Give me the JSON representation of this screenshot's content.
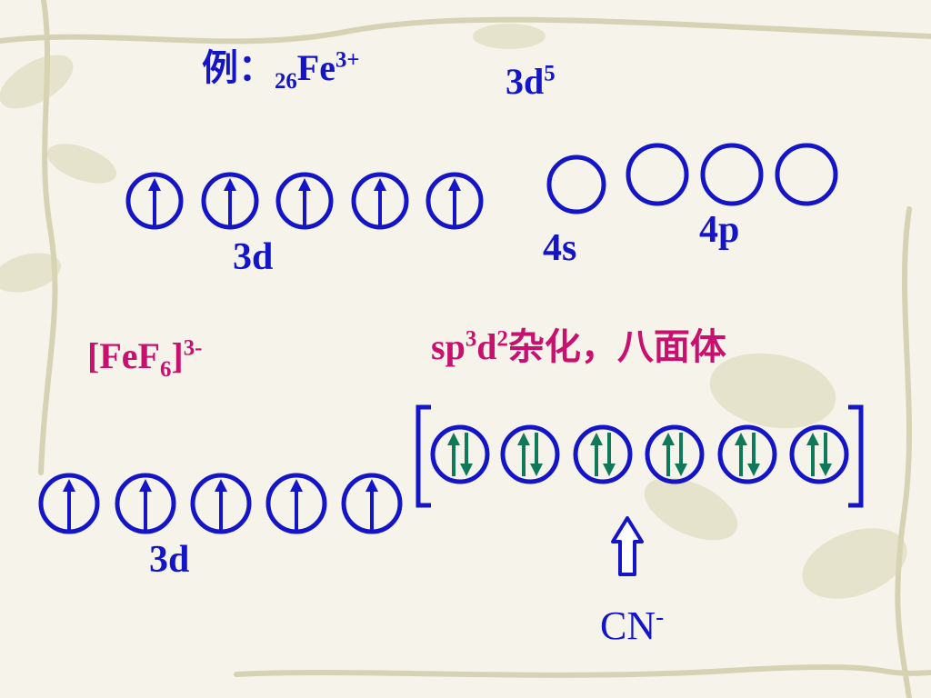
{
  "example": {
    "prefix": "例：",
    "z": "26",
    "element": "Fe",
    "charge": "3+",
    "config_base": "3d",
    "config_exp": "5"
  },
  "row1": {
    "label_3d": "3d",
    "label_4s": "4s",
    "label_4p": "4p",
    "d_electrons": [
      1,
      1,
      1,
      1,
      1
    ],
    "s_electrons": [
      0
    ],
    "p_electrons": [
      0,
      0,
      0
    ]
  },
  "complex": {
    "open": "[FeF",
    "sub": "6",
    "close": "]",
    "charge": "3-"
  },
  "hybrid": {
    "sp": "sp",
    "exp1": "3",
    "d": "d",
    "exp2": "2",
    "rest": "杂化，八面体"
  },
  "row2": {
    "label_3d": "3d",
    "d_electrons": [
      1,
      1,
      1,
      1,
      1
    ],
    "hybrid_pairs": [
      2,
      2,
      2,
      2,
      2,
      2
    ]
  },
  "ligand": {
    "name": "CN",
    "charge": "-"
  },
  "colors": {
    "blue": "#1515c8",
    "magenta": "#c8106e",
    "green": "#0f7a5a",
    "background": "#f6f4ea",
    "vine": "#b7b48e"
  }
}
